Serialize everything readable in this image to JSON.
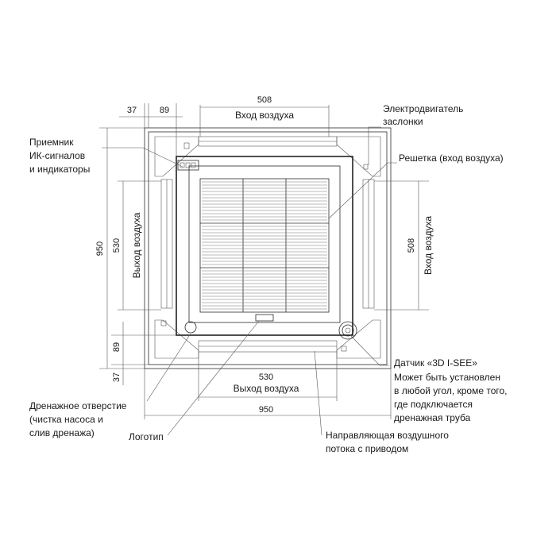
{
  "dimensions": {
    "top_508": "508",
    "top_37": "37",
    "top_89": "89",
    "left_950": "950",
    "left_530": "530",
    "left_89": "89",
    "left_37": "37",
    "right_508": "508",
    "bottom_530": "530",
    "bottom_950": "950"
  },
  "axis_labels": {
    "air_inlet_top": "Вход воздуха",
    "air_inlet_left": "Выход воздуха",
    "air_inlet_right": "Вход воздуха",
    "air_outlet_bottom": "Выход воздуха"
  },
  "callouts": {
    "ir_receiver": [
      "Приемник",
      "ИК-сигналов",
      "и индикаторы"
    ],
    "motor": [
      "Электродвигатель",
      "заслонки"
    ],
    "grille": "Решетка (вход воздуха)",
    "sensor": [
      "Датчик «3D I-SEE»",
      "Может быть установлен",
      "в любой угол, кроме того,",
      "где подключается",
      "дренажная труба"
    ],
    "drain": [
      "Дренажное отверстие",
      "(чистка насоса и",
      "слив дренажа)"
    ],
    "logo": "Логотип",
    "guide": [
      "Направляющая воздушного",
      "потока с приводом"
    ]
  },
  "colors": {
    "line": "#2a2a2a",
    "text": "#1a1a1a"
  }
}
